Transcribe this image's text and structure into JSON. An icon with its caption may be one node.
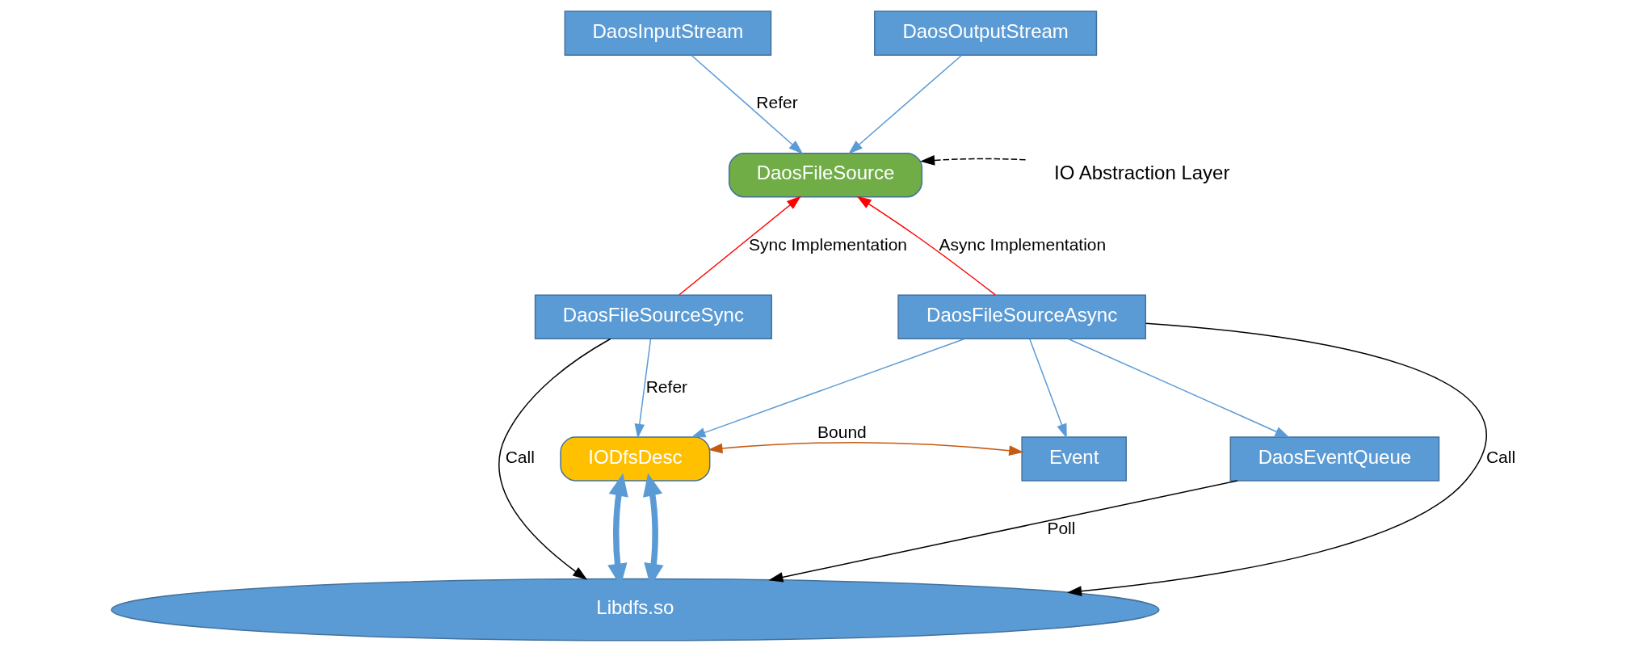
{
  "diagram": {
    "nodes": [
      {
        "text": [
          "DaosInputStream"
        ]
      },
      {
        "text": [
          "DaosOutputStream"
        ]
      },
      {
        "text": [
          "DaosFileSource"
        ]
      },
      {
        "text": [
          "DaosFileSourceSync"
        ]
      },
      {
        "text": [
          "DaosFileSourceAsync"
        ]
      },
      {
        "text": [
          "IODfsDesc"
        ]
      },
      {
        "text": [
          "Event"
        ]
      },
      {
        "text": [
          "DaosEventQueue"
        ]
      },
      {
        "text": [
          "Libdfs.so"
        ]
      },
      {
        "text": [
          "IO Abstraction Layer"
        ]
      }
    ],
    "edges": [
      {
        "from": 0,
        "to": 2,
        "arrow": "to",
        "label": "Refer"
      },
      {
        "from": 1,
        "to": 2,
        "arrow": "to"
      },
      {
        "from": 9,
        "to": 2,
        "arrow": "to",
        "style": "dashed",
        "color": "#000000"
      },
      {
        "from": 3,
        "to": 2,
        "arrow": "to",
        "label": "Sync Implementation",
        "color": "#ff0000"
      },
      {
        "from": 4,
        "to": 2,
        "arrow": "to",
        "label": "Async Implementation",
        "color": "#ff0000"
      },
      {
        "from": 3,
        "to": 5,
        "arrow": "to",
        "label": "Refer"
      },
      {
        "from": 4,
        "to": 5,
        "arrow": "to"
      },
      {
        "from": 4,
        "to": 6,
        "arrow": "to"
      },
      {
        "from": 4,
        "to": 7,
        "arrow": "to"
      },
      {
        "from": 5,
        "to": 6,
        "arrow": "both",
        "label": "Bound",
        "color": "#c55a11"
      },
      {
        "from": 3,
        "to": 8,
        "arrow": "to",
        "label": "Call",
        "color": "#000000"
      },
      {
        "from": 5,
        "to": 8,
        "arrow": "both",
        "style": "thick"
      },
      {
        "from": 5,
        "to": 8,
        "arrow": "both",
        "style": "thick"
      },
      {
        "from": 4,
        "to": 8,
        "arrow": "to",
        "label": "Call",
        "color": "#000000"
      },
      {
        "from": 7,
        "to": 8,
        "arrow": "to",
        "label": "Poll",
        "color": "#000000"
      }
    ]
  }
}
